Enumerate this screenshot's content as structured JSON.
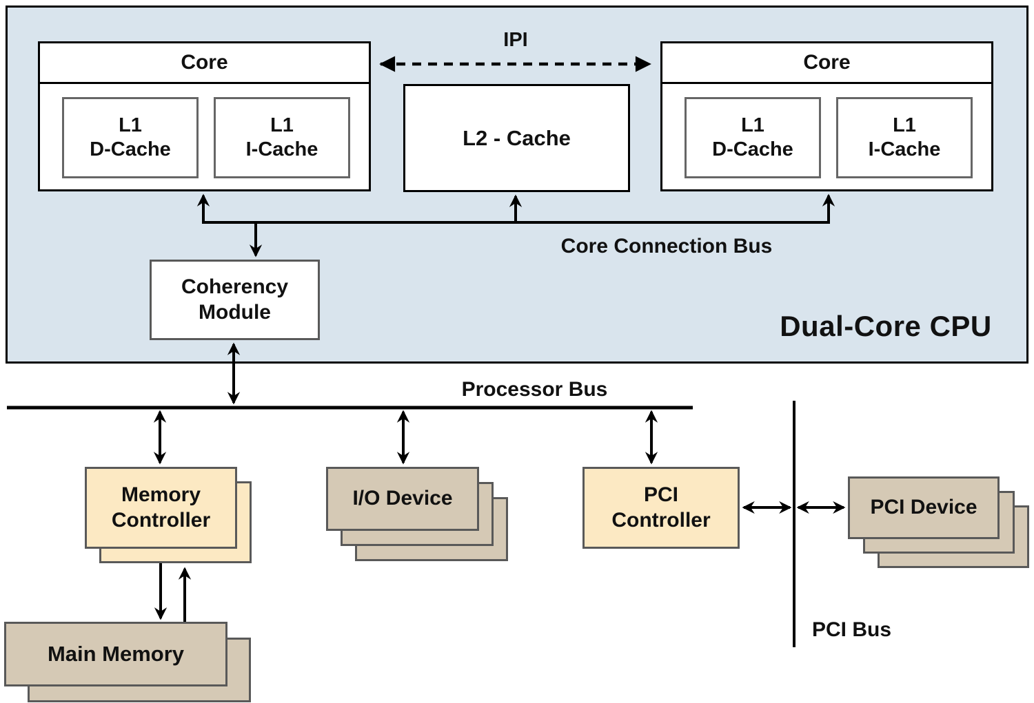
{
  "cpu": {
    "label": "Dual-Core CPU",
    "ipi_label": "IPI",
    "core_bus_label": "Core Connection Bus",
    "l2_label": "L2 - Cache",
    "coherency_label": "Coherency\nModule",
    "cores": [
      {
        "title": "Core",
        "caches": [
          "L1\nD-Cache",
          "L1\nI-Cache"
        ]
      },
      {
        "title": "Core",
        "caches": [
          "L1\nD-Cache",
          "L1\nI-Cache"
        ]
      }
    ]
  },
  "buses": {
    "processor": "Processor Bus",
    "pci": "PCI Bus"
  },
  "nodes": {
    "memory_controller": "Memory\nController",
    "io_device": "I/O Device",
    "pci_controller": "PCI\nController",
    "pci_device": "PCI Device",
    "main_memory": "Main Memory"
  },
  "colors": {
    "cpu_background": "#d9e4ed",
    "controller_fill": "#fce9c3",
    "device_fill": "#d5c9b5",
    "outline_dark": "#000000",
    "outline_gray": "#595959"
  }
}
